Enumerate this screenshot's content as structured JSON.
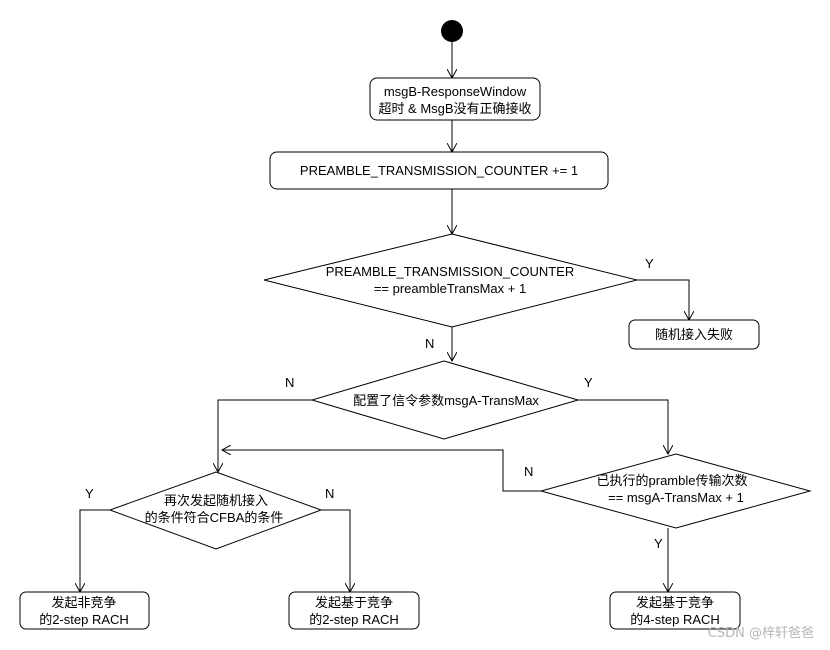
{
  "nodes": {
    "timeout": [
      "msgB-ResponseWindow",
      "超时 & MsgB没有正确接收"
    ],
    "counter_increment": "PREAMBLE_TRANSMISSION_COUNTER += 1",
    "counter_check": [
      "PREAMBLE_TRANSMISSION_COUNTER",
      "== preambleTransMax + 1"
    ],
    "random_access_failure": "随机接入失败",
    "transmax_configured": "配置了信令参数msgA-TransMax",
    "cfba_condition": [
      "再次发起随机接入",
      "的条件符合CFBA的条件"
    ],
    "transmission_count_check": [
      "已执行的pramble传输次数",
      "== msgA-TransMax + 1"
    ],
    "cbra_2step": [
      "发起非竞争",
      "的2-step RACH"
    ],
    "cfra_2step": [
      "发起基于竞争",
      "的2-step RACH"
    ],
    "cfra_4step": [
      "发起基于竞争",
      "的4-step RACH"
    ]
  },
  "edge_labels": {
    "counter_yes": "Y",
    "counter_no": "N",
    "transmax_no": "N",
    "transmax_yes": "Y",
    "count_no": "N",
    "count_yes": "Y",
    "cfba_yes": "Y",
    "cfba_no": "N"
  },
  "watermark": "CSDN @梓轩爸爸"
}
